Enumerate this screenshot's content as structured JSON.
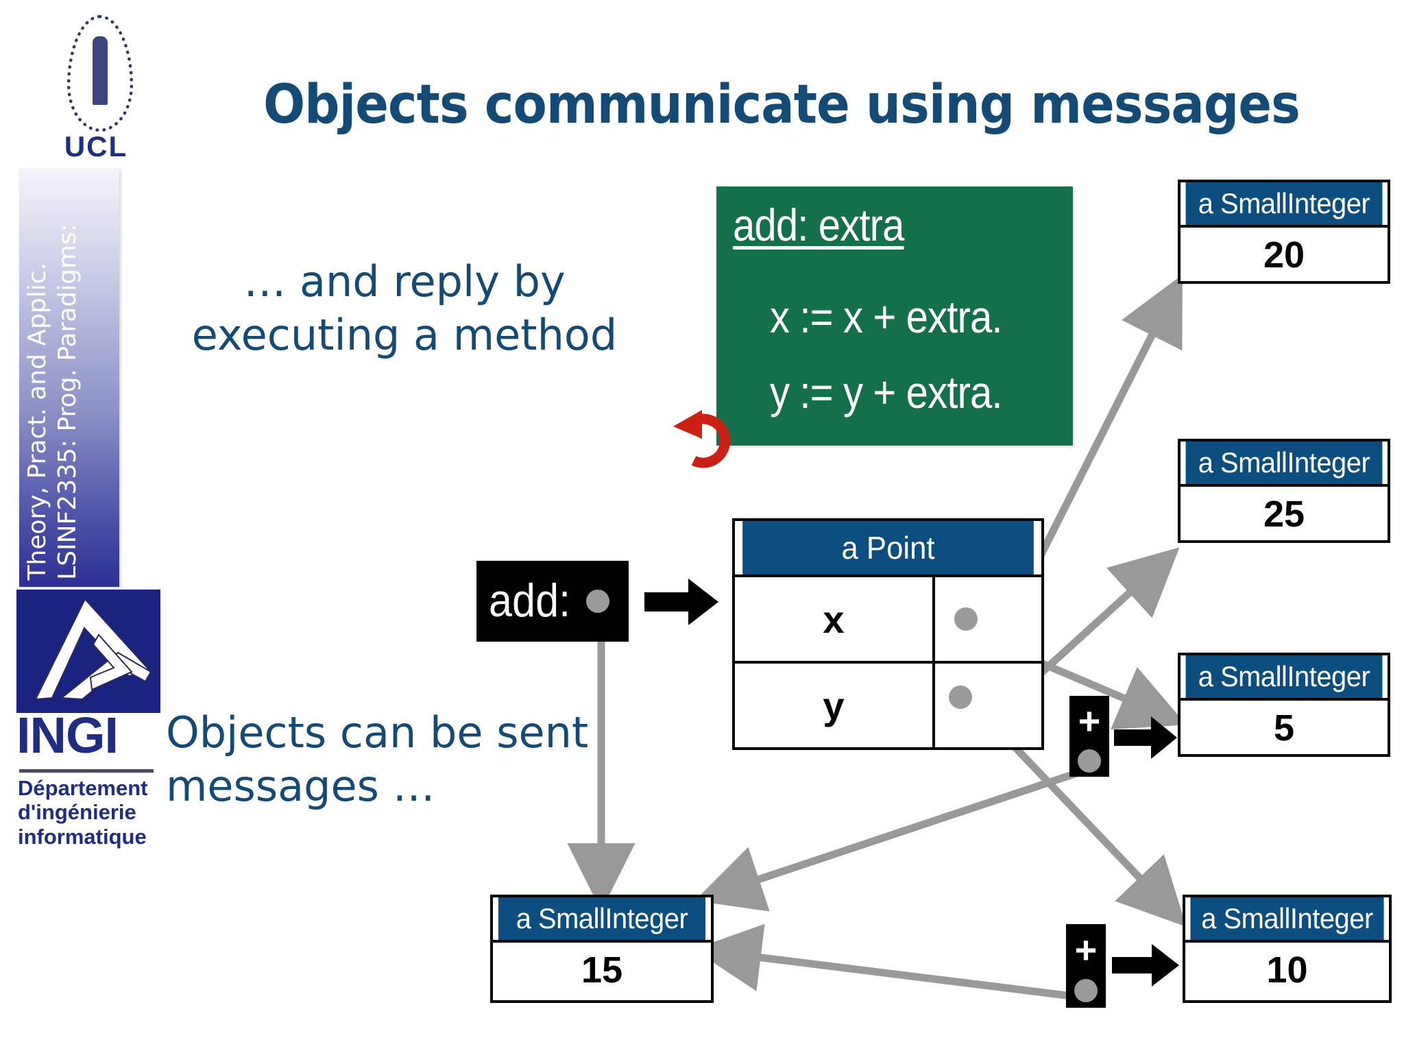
{
  "slide": {
    "title": "Objects communicate using messages",
    "background": "#ffffff",
    "title_color": "#134a76"
  },
  "sidebar": {
    "ucl_wordmark": "UCL",
    "course_line_1": "LSINF2335: Prog. Paradigms:",
    "course_line_2": "Theory, Pract. and Applic.",
    "dept_acronym": "INGI",
    "dept_line_1": "Département",
    "dept_line_2": "d'ingénierie",
    "dept_line_3": "informatique",
    "strip_gradient_top": "#f4f5fa",
    "strip_gradient_bottom": "#2c2f93"
  },
  "body": {
    "reply_text": "… and reply by executing a method",
    "sent_text": "Objects can be sent messages …"
  },
  "method_box": {
    "color": "#14704a",
    "signature": "add: extra",
    "line_1": "x := x + extra.",
    "line_2": "y := y + extra."
  },
  "messages": {
    "add_label": "add:",
    "plus_label_1": "+",
    "plus_label_2": "+"
  },
  "point_object": {
    "header": "a Point",
    "fields": [
      {
        "name": "x"
      },
      {
        "name": "y"
      }
    ]
  },
  "integers": [
    {
      "header": "a SmallInteger",
      "value": "20"
    },
    {
      "header": "a SmallInteger",
      "value": "25"
    },
    {
      "header": "a SmallInteger",
      "value": "5"
    },
    {
      "header": "a SmallInteger",
      "value": "15"
    },
    {
      "header": "a SmallInteger",
      "value": "10"
    }
  ],
  "colors": {
    "header_blue": "#0d4e80",
    "green": "#14704a",
    "red_arrow": "#cc2014",
    "gray_link": "#999999",
    "black": "#000000"
  },
  "icons": {
    "loop_arrow": "red-circular-arrow",
    "pointer_dot": "gray-pointer-dot",
    "send_arrow": "black-send-arrow"
  }
}
